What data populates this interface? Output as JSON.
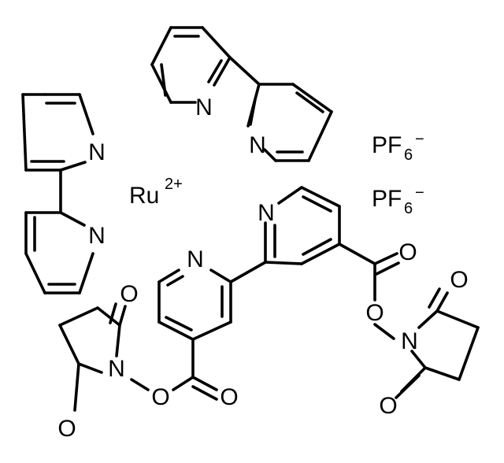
{
  "atoms": {
    "n_top_left": "N",
    "n_top_right": "N",
    "n_left_top": "N",
    "n_left_bottom": "N",
    "n_bottom_upper": "N",
    "n_bottom_lower": "N",
    "ester_o_double_right": "O",
    "ester_o_single_right": "O",
    "succ_right_o_top": "O",
    "succ_right_n": "N",
    "succ_right_o_bottom": "O",
    "ester_o_double_left": "O",
    "ester_o_single_left": "O",
    "succ_left_o_top": "O",
    "succ_left_n": "N",
    "succ_left_o_bottom": "O"
  },
  "metal": {
    "symbol": "Ru",
    "charge": "2+"
  },
  "counterions": [
    {
      "base": "PF",
      "subscript": "6",
      "charge": "−"
    },
    {
      "base": "PF",
      "subscript": "6",
      "charge": "−"
    }
  ]
}
